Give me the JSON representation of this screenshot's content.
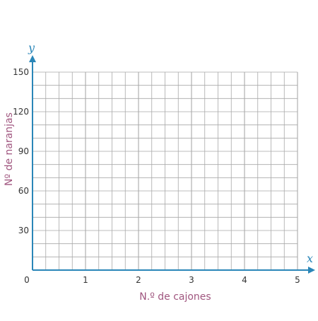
{
  "chart_data": {
    "type": "scatter",
    "xlabel": "N.º de cajones",
    "ylabel": "Nº de naranjas",
    "x_axis_name": "x",
    "y_axis_name": "y",
    "xlim": [
      0,
      5
    ],
    "ylim": [
      0,
      150
    ],
    "x_ticks": [
      "0",
      "1",
      "2",
      "3",
      "4",
      "5"
    ],
    "y_ticks": [
      "30",
      "60",
      "90",
      "120",
      "150"
    ],
    "grid": true,
    "series": []
  },
  "colors": {
    "grid": "#a9a9a9",
    "axis": "#2a86b8",
    "label": "#a0567f",
    "background": "#ffffff"
  }
}
